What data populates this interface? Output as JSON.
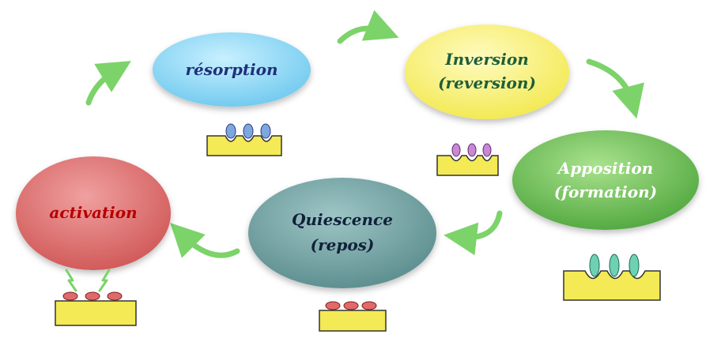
{
  "stages": {
    "resorption": {
      "label": "résorption",
      "fill": "#7fd3f0",
      "text_color": "#1f2f7a"
    },
    "inversion": {
      "line1": "Inversion",
      "line2": "(reversion)",
      "fill": "#f5ef6a",
      "text_color": "#1f5e3a"
    },
    "apposition": {
      "line1": "Apposition",
      "line2": "(formation)",
      "fill": "#6fc15a",
      "text_color": "#ffffff"
    },
    "quiescence": {
      "line1": "Quiescence",
      "line2": "(repos)",
      "fill": "#6a9c9c",
      "text_color": "#10203a"
    },
    "activation": {
      "label": "activation",
      "fill": "#d76766",
      "text_color": "#b40000"
    }
  },
  "colors": {
    "arrow": "#7cd36a",
    "bone": "#f3ea55",
    "cell_resorption": "#7ea7e0",
    "cell_inversion": "#c78ad2",
    "cell_formation": "#6dd1b2",
    "cell_quiescence": "#e06a6a"
  }
}
